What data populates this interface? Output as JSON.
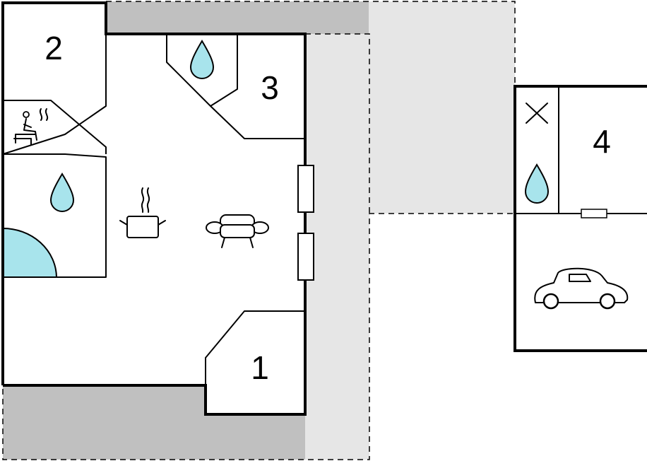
{
  "floor_plan": {
    "rooms": [
      {
        "id": "room-1",
        "label": "1"
      },
      {
        "id": "room-2",
        "label": "2"
      },
      {
        "id": "room-3",
        "label": "3"
      },
      {
        "id": "room-4",
        "label": "4"
      }
    ],
    "icons": [
      "sauna-icon",
      "water-drop-icon",
      "cooking-pot-icon",
      "sofa-icon",
      "car-icon",
      "cross-icon"
    ],
    "colors": {
      "terrace_dark": "#c0c0c0",
      "terrace_light": "#e6e6e6",
      "water": "#a8e4ec",
      "wall": "#000000"
    }
  }
}
